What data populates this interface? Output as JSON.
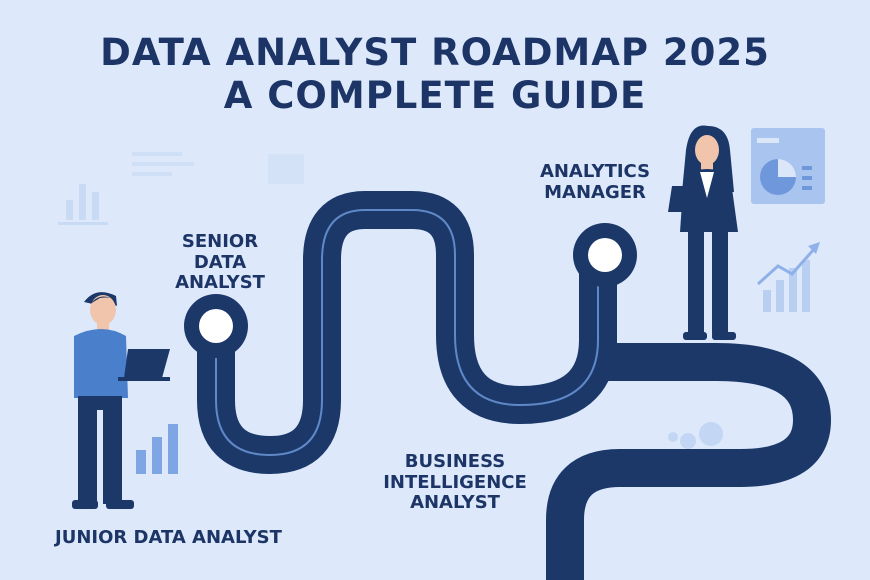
{
  "title": {
    "line1": "DATA ANALYST ROADMAP 2025",
    "line2": "A COMPLETE GUIDE"
  },
  "stages": [
    {
      "lines": [
        "JUNIOR DATA ANALYST"
      ]
    },
    {
      "lines": [
        "SENIOR",
        "DATA ANALYST"
      ]
    },
    {
      "lines": [
        "BUSINESS",
        "INTELLIGENCE",
        "ANALYST"
      ]
    },
    {
      "lines": [
        "ANALYTICS",
        "MANAGER"
      ]
    }
  ],
  "colors": {
    "background": "#dde9fb",
    "road": "#1b3868",
    "road_line": "#5f88c8",
    "text": "#1c3566",
    "accent_light": "#a9c4ef",
    "accent_mid": "#7fa6e4"
  },
  "icons": [
    "man-with-laptop-illustration",
    "woman-with-tablet-illustration",
    "bar-chart-icon",
    "pie-chart-card-icon",
    "growth-chart-icon"
  ]
}
